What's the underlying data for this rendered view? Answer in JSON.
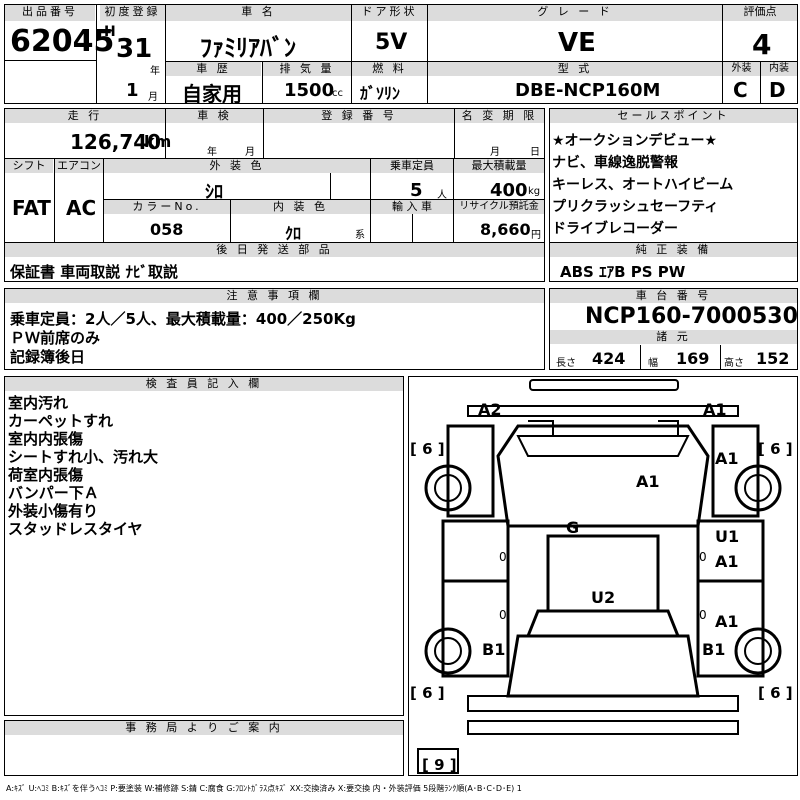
{
  "header": {
    "lot_label": "出品番号",
    "lot": "62045",
    "reg_label": "初度登録",
    "era": "H",
    "year": "31",
    "year_unit": "年",
    "month": "1",
    "month_unit": "月",
    "name_label": "車 名",
    "name": "ﾌｧﾐﾘｱﾊﾞﾝ",
    "doors_label": "ドア形状",
    "doors": "5V",
    "grade_label": "グ レ ー ド",
    "grade": "VE",
    "score_label": "評価点",
    "score": "4",
    "history_label": "車 歴",
    "history": "自家用",
    "disp_label": "排 気 量",
    "disp": "1500",
    "disp_unit": "cc",
    "fuel_label": "燃 料",
    "fuel": "ｶﾞｿﾘﾝ",
    "model_label": "型 式",
    "model": "DBE-NCP160M",
    "ext_label": "外装",
    "ext": "C",
    "int_label": "内装",
    "int": "D"
  },
  "row2": {
    "mileage_label": "走 行",
    "mileage": "126,740",
    "mileage_unit": "km",
    "inspection_label": "車 検",
    "insp_year": "年",
    "insp_month": "月",
    "regno_label": "登 録 番 号",
    "name_change_label": "名 変 期 限",
    "nc_month": "月",
    "nc_day": "日",
    "shift_label": "シフト",
    "shift": "FAT",
    "ac_label": "エアコン",
    "ac": "AC",
    "color_label": "外 装 色",
    "color": "ｼﾛ",
    "seats_label": "乗車定員",
    "seats": "5",
    "seats_unit": "人",
    "load_label": "最大積載量",
    "load": "400",
    "load_unit": "kg",
    "colorno_label": "カラーNo.",
    "colorno": "058",
    "intcolor_label": "内 装 色",
    "intcolor": "ｸﾛ",
    "intcolor_unit": "系",
    "import_label": "輸 入 車",
    "recycle_label": "リサイクル預託金",
    "recycle": "8,660",
    "recycle_unit": "円",
    "docs_label": "後 日 発 送 部 品",
    "docs": "保証書 車両取説 ﾅﾋﾞ取説"
  },
  "sales": {
    "label": "セールスポイント",
    "items": [
      "★オークションデビュー★",
      "ナビ、車線逸脱警報",
      "キーレス、オートハイビーム",
      "プリクラッシュセーフティ",
      "ドライブレコーダー"
    ],
    "equip_label": "純 正 装 備",
    "equip": "ABS ｴｱB PS PW"
  },
  "notes": {
    "label": "注 意 事 項 欄",
    "lines": [
      "乗車定員：2人／5人、最大積載量：400／250Kg",
      "ＰＷ前席のみ",
      "記録簿後日"
    ]
  },
  "chassis": {
    "label": "車 台 番 号",
    "value": "NCP160-7000530",
    "dims_label": "諸 元",
    "len_label": "長さ",
    "len": "424",
    "wid_label": "幅",
    "wid": "169",
    "hgt_label": "高さ",
    "hgt": "152"
  },
  "inspector": {
    "label": "検 査 員 記 入 欄",
    "lines": [
      "室内汚れ",
      "カーペットすれ",
      "室内内張傷",
      "シートすれ小、汚れ大",
      "荷室内張傷",
      "バンパー下Ａ",
      "外装小傷有り",
      "スタッドレスタイヤ"
    ]
  },
  "diagram": {
    "marks": [
      "A2",
      "A1",
      "A1",
      "A1",
      "G",
      "U1",
      "A1",
      "U2",
      "A1",
      "B1",
      "B1"
    ],
    "tires": [
      "[ 6 ]",
      "[ 6 ]",
      "[ 6 ]",
      "[ 6 ]",
      "[ 9 ]"
    ],
    "zeros": [
      "0",
      "0",
      "0",
      "0"
    ]
  },
  "office": {
    "label": "事 務 局 よ り ご 案 内"
  },
  "legend": "A:ｷｽﾞ U:ﾍｺﾐ B:ｷｽﾞを伴うﾍｺﾐ P:要塗装 W:補修跡 S:錆 C:腐食 G:ﾌﾛﾝﾄｶﾞﾗｽ点ｷｽﾞ XX:交換済み X:要交換 内・外装評価 5段階ﾗﾝｸ順(A･B･C･D･E) 1"
}
